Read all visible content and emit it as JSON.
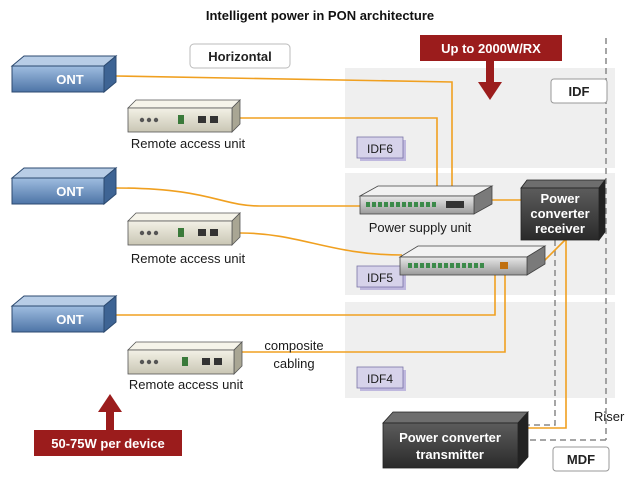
{
  "title": "Intelligent power in PON architecture",
  "labels": {
    "horizontal": "Horizontal",
    "up_to": "Up to 2000W/RX",
    "idf": "IDF",
    "idf6": "IDF6",
    "idf5": "IDF5",
    "idf4": "IDF4",
    "mdf": "MDF",
    "riser": "Riser",
    "power_supply_unit": "Power supply unit",
    "composite_line1": "composite",
    "composite_line2": "cabling",
    "per_device": "50-75W per device",
    "receiver_lines": [
      "Power",
      "converter",
      "receiver"
    ],
    "transmitter_lines": [
      "Power converter",
      "transmitter"
    ]
  },
  "ont_units": [
    "ONT",
    "ONT",
    "ONT"
  ],
  "remote_access_units": [
    "Remote access unit",
    "Remote access unit",
    "Remote access unit"
  ],
  "colors": {
    "cable": "#f0a020",
    "ont_blue": "#5b82b0",
    "callout_red": "#9b1c1c",
    "idf_label_bg": "#d6d2ea",
    "floor_zone": "#efefef",
    "dark_box": "#3a3a3a"
  }
}
